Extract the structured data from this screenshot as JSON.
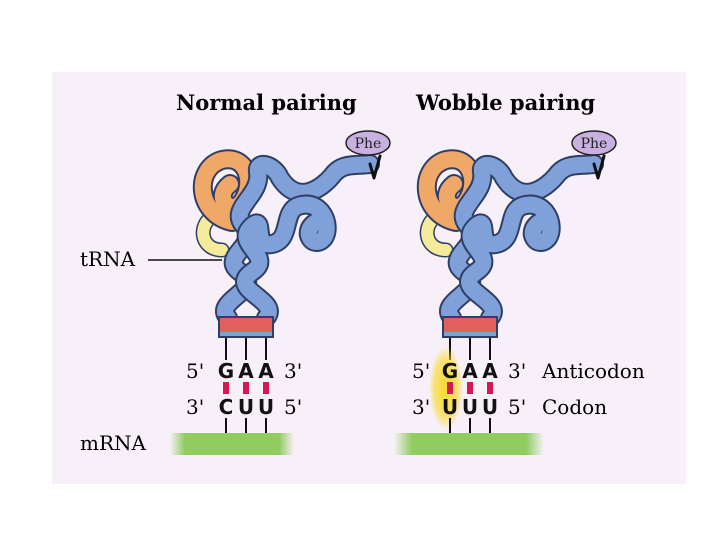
{
  "titles": {
    "normal": "Normal pairing",
    "wobble": "Wobble pairing"
  },
  "labels": {
    "trna": "tRNA",
    "mrna": "mRNA",
    "anticodon": "Anticodon",
    "codon": "Codon"
  },
  "amino_acid": "Phe",
  "normal": {
    "anticodon": {
      "five": "5'",
      "bases": [
        "G",
        "A",
        "A"
      ],
      "three": "3'"
    },
    "codon": {
      "three": "3'",
      "bases": [
        "C",
        "U",
        "U"
      ],
      "five": "5'"
    }
  },
  "wobble": {
    "anticodon": {
      "five": "5'",
      "bases": [
        "G",
        "A",
        "A"
      ],
      "three": "3'"
    },
    "codon": {
      "three": "3'",
      "bases": [
        "U",
        "U",
        "U"
      ],
      "five": "5'"
    }
  },
  "colors": {
    "panel": "#f8f0f8",
    "trna_blue": "#7fa0d8",
    "trna_outline": "#2f3f66",
    "loop_orange": "#f0a868",
    "loop_yellow": "#f4ec9a",
    "anticodon_box": "#e06060",
    "mrna_green": "#90cc60",
    "pair_bar": "#d81850",
    "phe_bubble": "#c8b0e0",
    "wobble_glow": "#f8d820"
  }
}
